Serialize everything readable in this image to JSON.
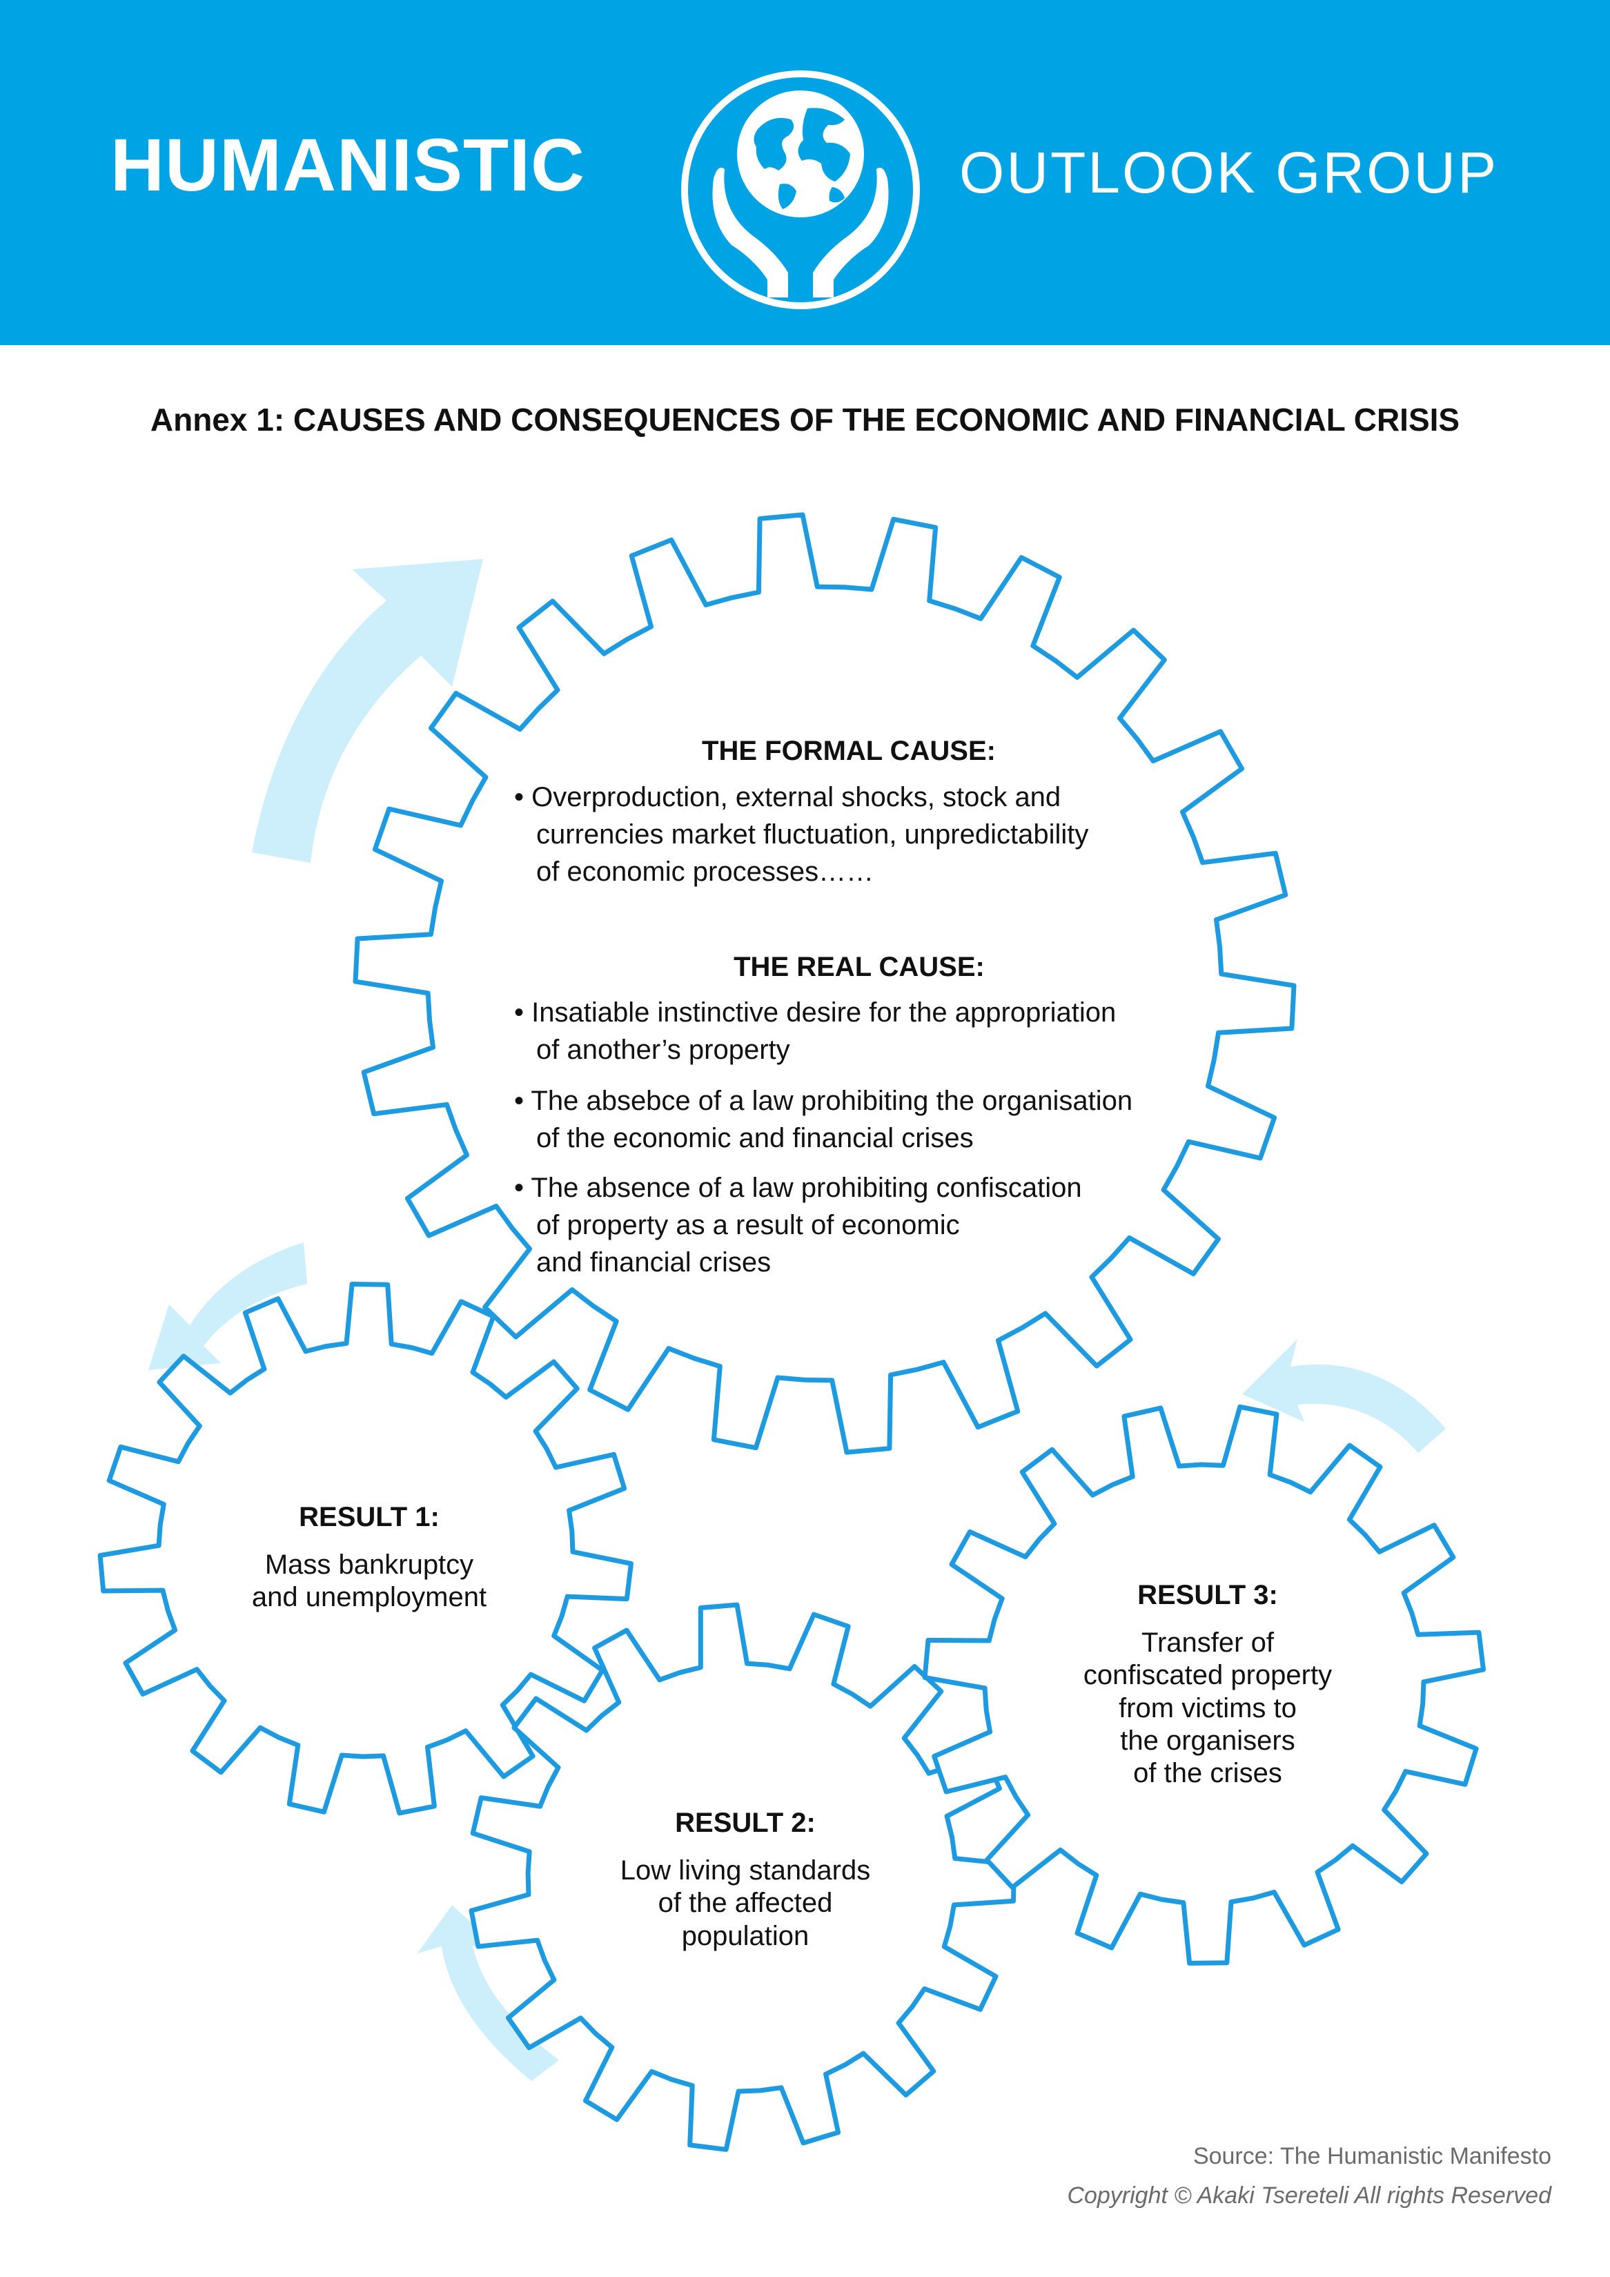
{
  "header": {
    "brand_left": "HUMANISTIC",
    "brand_right": "OUTLOOK GROUP",
    "background_color": "#00a4e4",
    "logo_icon": "globe-in-hands-icon"
  },
  "title": "Annex 1: CAUSES AND CONSEQUENCES OF THE ECONOMIC AND FINANCIAL CRISIS",
  "main_gear": {
    "formal_cause": {
      "heading": "THE FORMAL CAUSE:",
      "bullets": [
        [
          "Overproduction, external shocks, stock and",
          "currencies market fluctuation, unpredictability",
          "of economic processes……"
        ]
      ]
    },
    "real_cause": {
      "heading": "THE REAL CAUSE:",
      "bullets": [
        [
          "Insatiable instinctive desire for the appropriation",
          "of another’s property"
        ],
        [
          "The absebce of a law prohibiting the organisation",
          "of the economic and financial crises"
        ],
        [
          "The absence of a law prohibiting confiscation",
          "of property as a result of economic",
          "and financial crises"
        ]
      ]
    }
  },
  "results": [
    {
      "heading": "RESULT 1:",
      "lines": [
        "Mass bankruptcy",
        "and unemployment"
      ]
    },
    {
      "heading": "RESULT 2:",
      "lines": [
        "Low living standards",
        "of the affected",
        "population"
      ]
    },
    {
      "heading": "RESULT 3:",
      "lines": [
        "Transfer of",
        "confiscated property",
        "from victims to",
        "the organisers",
        "of the crises"
      ]
    }
  ],
  "footer": {
    "source": "Source: The Humanistic Manifesto",
    "copyright": "Copyright © Akaki Tsereteli All rights Reserved"
  },
  "colors": {
    "gear_stroke": "#1e9be0",
    "arrow_fill": "#cdeefb"
  }
}
